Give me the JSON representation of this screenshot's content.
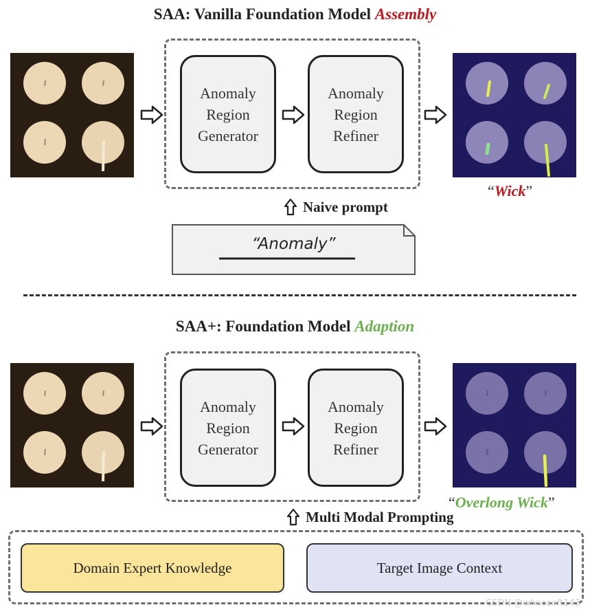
{
  "top": {
    "title_prefix": "SAA: Vanilla Foundation Model ",
    "title_accent": "Assembly",
    "module_1": {
      "line1": "Anomaly",
      "line2": "Region",
      "line3": "Generator"
    },
    "module_2": {
      "line1": "Anomaly",
      "line2": "Region",
      "line3": "Refiner"
    },
    "output_label_open": "“",
    "output_label": "Wick",
    "output_label_close": "”",
    "prompt_heading": "Naive prompt",
    "prompt_text": "“Anomaly”"
  },
  "bottom": {
    "title_prefix": "SAA+: Foundation Model ",
    "title_accent": "Adaption",
    "module_1": {
      "line1": "Anomaly",
      "line2": "Region",
      "line3": "Generator"
    },
    "module_2": {
      "line1": "Anomaly",
      "line2": "Region",
      "line3": "Refiner"
    },
    "output_label_open": "“",
    "output_label": "Overlong Wick",
    "output_label_close": "”",
    "prompt_heading": "Multi Modal Prompting",
    "context_left": "Domain Expert Knowledge",
    "context_right": "Target Image Context"
  },
  "watermark": "CSDN @whaosoft143",
  "colors": {
    "red_accent": "#c5161d",
    "green_accent": "#6ab04c",
    "yellow_box": "#fbe59a",
    "blue_box": "#dfe3f3",
    "mask_background": "#1f1a5e",
    "wick_highlight": "#e8f04a"
  }
}
